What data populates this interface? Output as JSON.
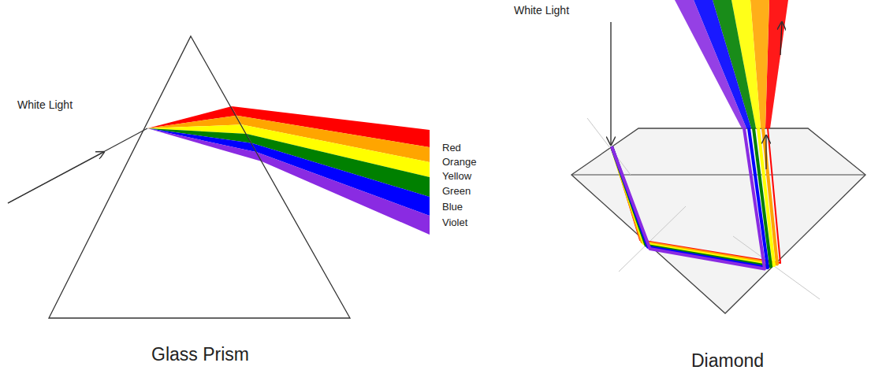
{
  "diagram": {
    "labels": [
      "White Light",
      "Red",
      "Orange",
      "Yellow",
      "Green",
      "Blue",
      "Violet",
      "White Light",
      "Glass Prism",
      "Diamond"
    ]
  }
}
